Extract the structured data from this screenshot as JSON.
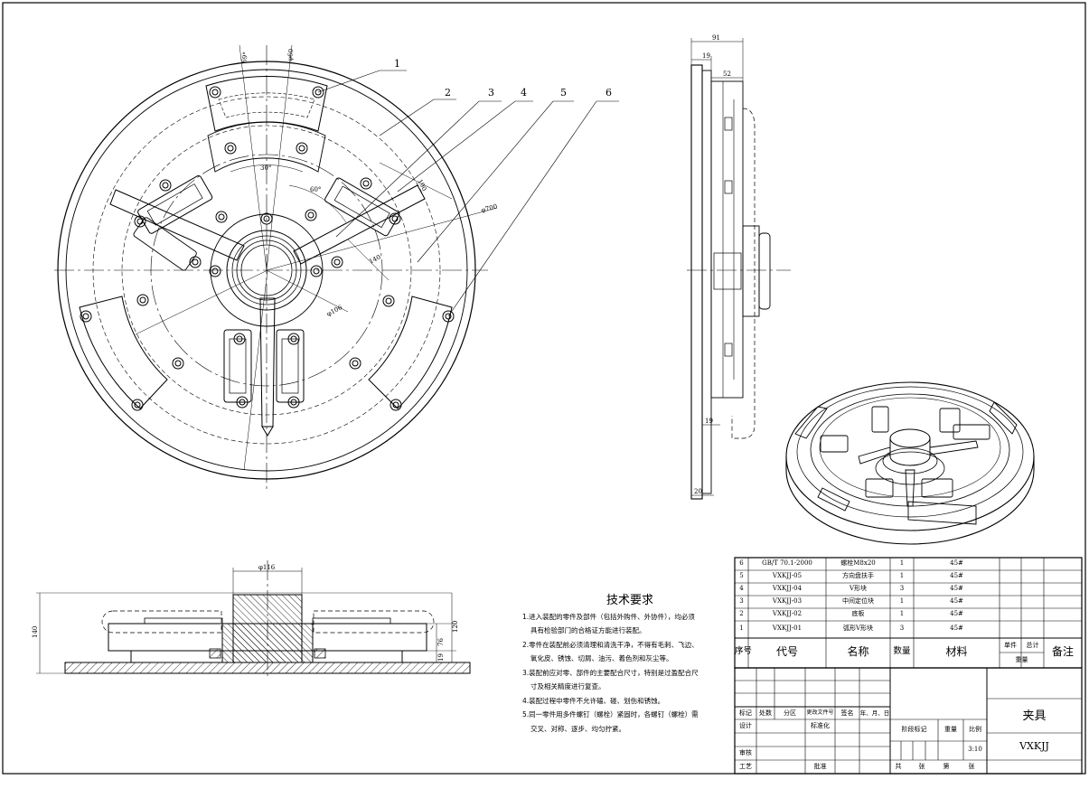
{
  "callouts": [
    "1",
    "2",
    "3",
    "4",
    "5",
    "6"
  ],
  "dimensions": {
    "front": [
      "69°",
      "φ60",
      "30°",
      "60°",
      "φ700",
      "140",
      "φ106",
      "190"
    ],
    "side": [
      "91",
      "19",
      "52",
      "19",
      "20"
    ],
    "section": [
      "φ116",
      "140",
      "120",
      "76",
      "19"
    ]
  },
  "technical_requirements": {
    "title": "技术要求",
    "items": [
      [
        "1.进入装配的零件及部件（包括外购件、外协件），均必须",
        "具有检验部门的合格证方能进行装配。"
      ],
      [
        "2.零件在装配前必须清理和清洗干净，不得有毛刺、飞边、",
        "氧化皮、锈蚀、切屑、油污、着色剂和灰尘等。"
      ],
      [
        "3.装配前应对零、部件的主要配合尺寸，特别是过盈配合尺",
        "寸及相关精度进行复查。"
      ],
      [
        "4.装配过程中零件不允许磕、碰、划伤和锈蚀。"
      ],
      [
        "5.同一零件用多件螺钉（螺栓）紧固时，各螺钉（螺栓）需",
        "交叉、对称、逐步、均匀拧紧。"
      ]
    ]
  },
  "bom": {
    "rows": [
      {
        "no": "6",
        "code": "GB/T 70.1-2000",
        "name": "螺栓M8x20",
        "qty": "1",
        "material": "45#"
      },
      {
        "no": "5",
        "code": "VXKJJ-05",
        "name": "方向盘扶手",
        "qty": "1",
        "material": "45#"
      },
      {
        "no": "4",
        "code": "VXKJJ-04",
        "name": "V形块",
        "qty": "3",
        "material": "45#"
      },
      {
        "no": "3",
        "code": "VXKJJ-03",
        "name": "中间定位块",
        "qty": "1",
        "material": "45#"
      },
      {
        "no": "2",
        "code": "VXKJJ-02",
        "name": "底板",
        "qty": "1",
        "material": "45#"
      },
      {
        "no": "1",
        "code": "VXKJJ-01",
        "name": "弧形V形块",
        "qty": "3",
        "material": "45#"
      }
    ],
    "header": {
      "no": "序号",
      "code": "代号",
      "name": "名称",
      "qty": "数量",
      "material": "材料",
      "single": "单件",
      "total": "总计",
      "weight": "重量",
      "remark": "备注"
    }
  },
  "title_block": {
    "labels": {
      "mark": "标记",
      "count": "处数",
      "zone": "分区",
      "doc": "更改文件号",
      "sign": "签名",
      "date": "年、月、日",
      "design": "设计",
      "standard": "标准化",
      "review": "审核",
      "process": "工艺",
      "approve": "批准",
      "stage": "阶段标记",
      "weight": "重量",
      "scale": "比例",
      "total_sheets": "共",
      "sheet_unit1": "张",
      "sheet_no": "第",
      "sheet_unit2": "张"
    },
    "scale": "3:10",
    "drawing_name": "夹具",
    "drawing_code": "VXKJJ"
  }
}
